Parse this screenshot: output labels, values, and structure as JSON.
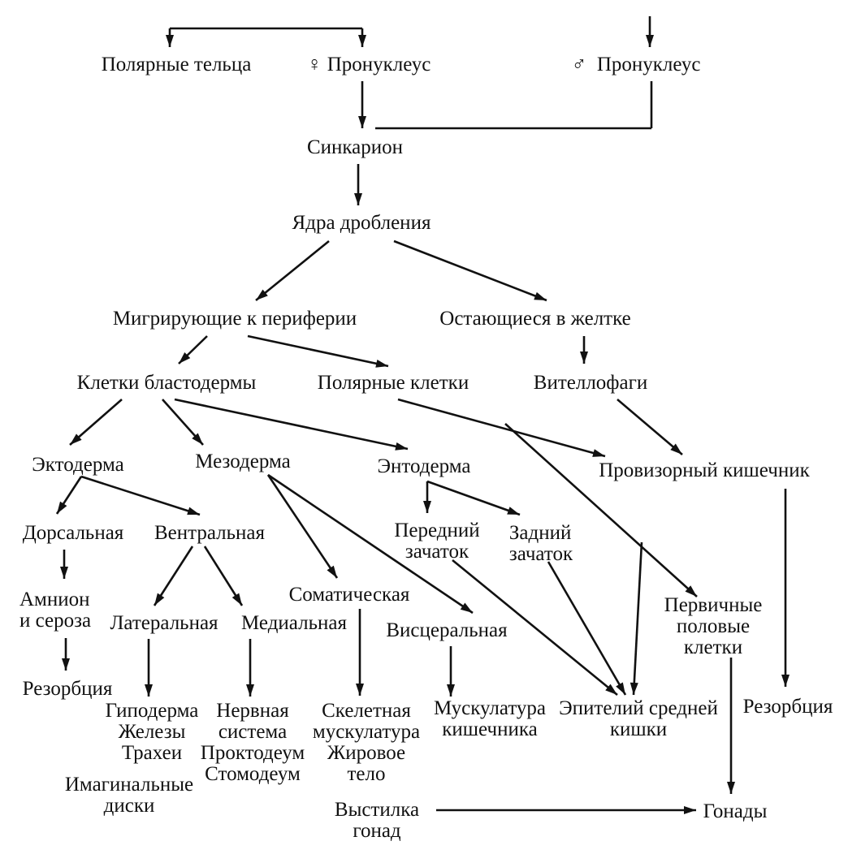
{
  "nodes": {
    "polar_bodies": "Полярные тельца",
    "female_pronucleus": "♀ Пронуклеус",
    "male_pronucleus": "♂  Пронуклеус",
    "synkaryon": "Синкарион",
    "cleavage_nuclei": "Ядра дробления",
    "migrating": "Мигрирующие к периферии",
    "remaining": "Остающиеся в желтке",
    "blastoderm": "Клетки бластодермы",
    "pole_cells": "Полярные клетки",
    "vitellophages": "Вителлофаги",
    "ectoderm": "Эктодерма",
    "mesoderm": "Мезодерма",
    "endoderm": "Энтодерма",
    "provisional_gut": "Провизорный кишечник",
    "dorsal": "Дорсальная",
    "ventral": "Вентральная",
    "anterior_rudiment": "Передний\nзачаток",
    "posterior_rudiment": "Задний\nзачаток",
    "amnion_serosa": "Амнион\nи сероза",
    "somatic": "Соматическая",
    "primordial_germ_cells": "Первичные\nполовые\nклетки",
    "lateral": "Латеральная",
    "medial": "Медиальная",
    "visceral": "Висцеральная",
    "resorption_left": "Резорбция",
    "resorption_right": "Резорбция",
    "hypoderm": "Гиподерма\nЖелезы\nТрахеи",
    "imaginal_discs": "Имагинальные\nдиски",
    "nervous_system": "Нервная\nсистема\nПроктодеум\nСтомодеум",
    "skeletal_muscles": "Скелетная\nмускулатура\nЖировое\nтело",
    "gut_muscles": "Мускулатура\nкишечника",
    "midgut_epithelium": "Эпителий средней\nкишки",
    "gonad_lining": "Выстилка\nгонад",
    "gonads": "Гонады"
  }
}
